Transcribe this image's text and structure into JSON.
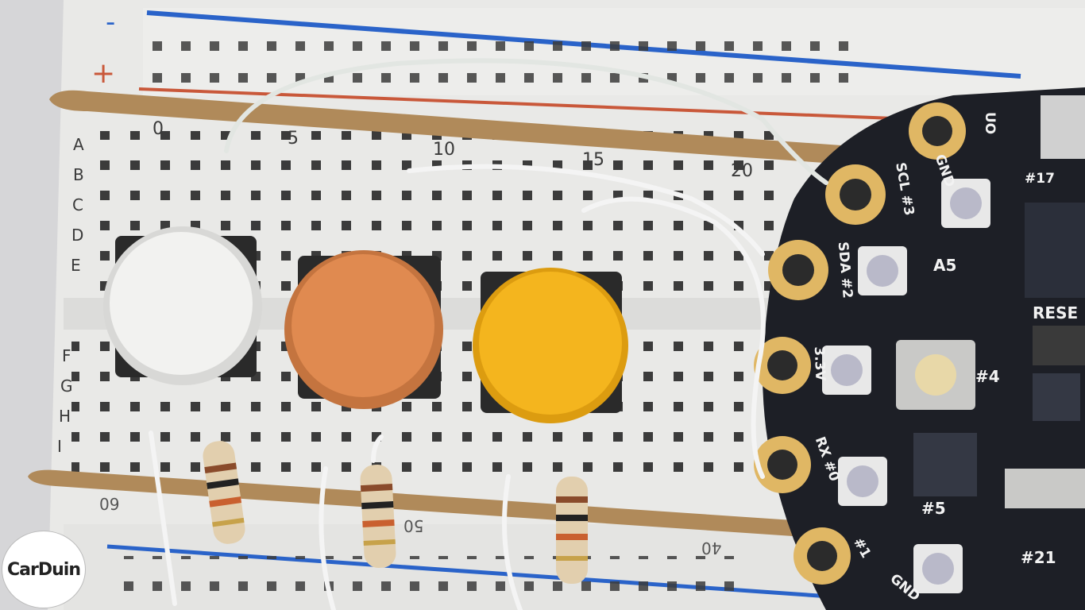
{
  "breadboard": {
    "rail_top_sign": "-",
    "rail_plus_sign": "+",
    "column_numbers": [
      "0",
      "5",
      "10",
      "15",
      "20"
    ],
    "row_letters": [
      "A",
      "B",
      "C",
      "D",
      "E",
      "F",
      "G",
      "H",
      "I"
    ],
    "bottom_numbers": [
      "60",
      "50",
      "40"
    ]
  },
  "buttons": [
    {
      "color_name": "white",
      "color": "#f2f2f0"
    },
    {
      "color_name": "orange",
      "color": "#e08a50"
    },
    {
      "color_name": "yellow",
      "color": "#f4b51e"
    }
  ],
  "board": {
    "pads": [
      "SCL #3",
      "SDA #2",
      "3.3V",
      "RX #0",
      "#1",
      "GND"
    ],
    "labels": [
      "GND",
      "#17",
      "A5",
      "RESE",
      "#4",
      "#5",
      "#21",
      "UO"
    ]
  },
  "logo": {
    "text": "CarDuin"
  }
}
